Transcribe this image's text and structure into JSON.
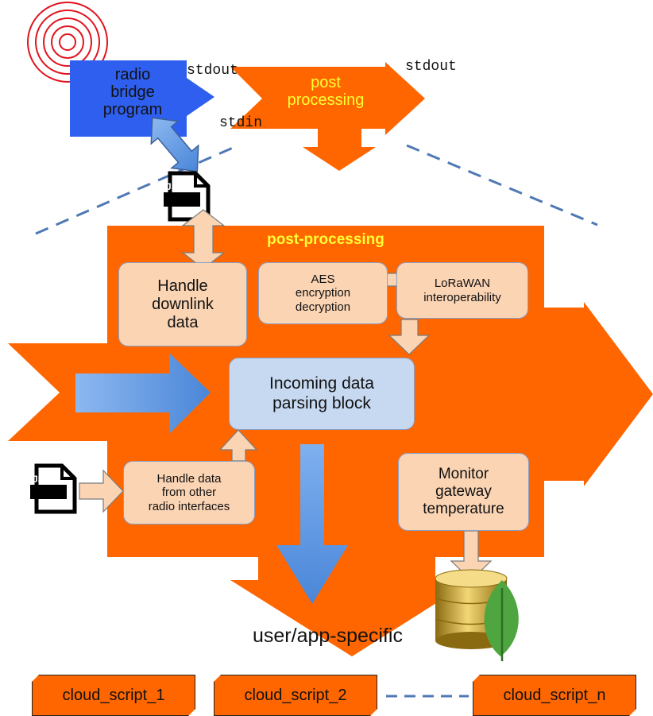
{
  "colors": {
    "orange": "#ff6600",
    "peach": "#fbd4b4",
    "light_blue": "#c6d9f1",
    "radio_blue": "#2f5fee",
    "title_yellow": "#ffff33",
    "dashed_line": "#4f79b4"
  },
  "top": {
    "radio_bridge_label": "radio\nbridge\nprogram",
    "stdout_left": "stdout",
    "stdout_right": "stdout",
    "stdin": "stdin",
    "post_processing_label": "post\nprocessing"
  },
  "post_processing_block": {
    "title": "post-processing",
    "handle_downlink": "Handle\ndownlink\ndata",
    "aes": "AES\nencryption\ndecryption",
    "lorawan": "LoRaWAN\ninteroperability",
    "incoming_parsing": "Incoming data\nparsing block",
    "handle_other_radio": "Handle data\nfrom other\nradio interfaces",
    "monitor_temperature": "Monitor\ngateway\ntemperature",
    "output_label": "user/app-specific"
  },
  "icons": {
    "json_file_top": "JSON",
    "json_file_left": "JSON",
    "radio_waves": "radio-waves-icon",
    "database": "database-icon",
    "mongodb_leaf": "leaf-icon"
  },
  "cloud_scripts": [
    "cloud_script_1",
    "cloud_script_2",
    "cloud_script_n"
  ]
}
